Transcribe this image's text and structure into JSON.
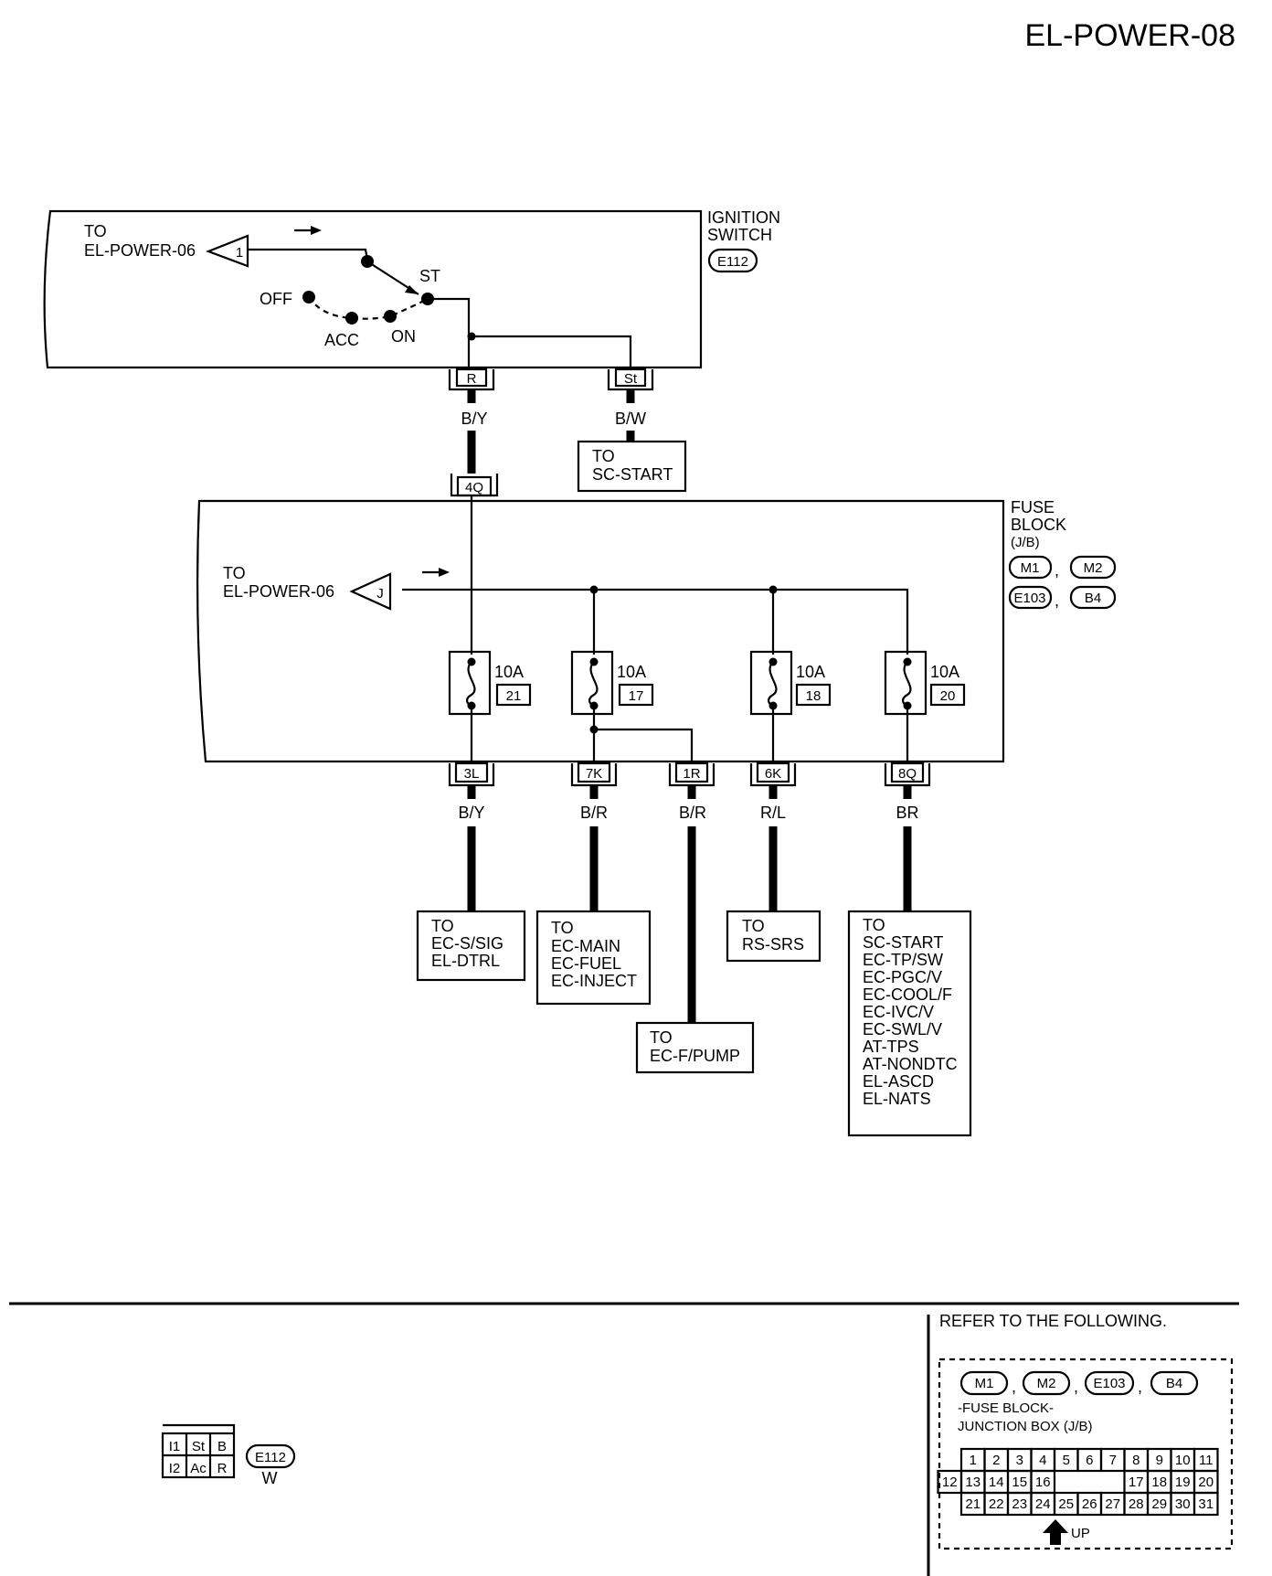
{
  "page_id": "EL-POWER-08",
  "ignition_switch": {
    "title_line1": "IGNITION",
    "title_line2": "SWITCH",
    "connector": "E112",
    "to_line1": "TO",
    "to_line2": "EL-POWER-06",
    "flag": "1",
    "positions": [
      "OFF",
      "ACC",
      "ON",
      "ST"
    ],
    "terminal_r": "R",
    "terminal_st": "St"
  },
  "wires_top": {
    "r_color": "B/Y",
    "st_color": "B/W"
  },
  "sc_start_box": {
    "line1": "TO",
    "line2": "SC-START"
  },
  "fuse_block": {
    "title_line1": "FUSE",
    "title_line2": "BLOCK",
    "title_line3": "(J/B)",
    "connectors": [
      "M1",
      "M2",
      "E103",
      "B4"
    ],
    "input_terminal": "4Q",
    "to_line1": "TO",
    "to_line2": "EL-POWER-06",
    "flag": "J",
    "fuses": [
      {
        "amps": "10A",
        "number": "21"
      },
      {
        "amps": "10A",
        "number": "17"
      },
      {
        "amps": "10A",
        "number": "18"
      },
      {
        "amps": "10A",
        "number": "20"
      }
    ],
    "outputs": [
      {
        "terminal": "3L",
        "wire": "B/Y"
      },
      {
        "terminal": "7K",
        "wire": "B/R"
      },
      {
        "terminal": "1R",
        "wire": "B/R"
      },
      {
        "terminal": "6K",
        "wire": "R/L"
      },
      {
        "terminal": "8Q",
        "wire": "BR"
      }
    ]
  },
  "destinations": [
    {
      "lines": [
        "TO",
        "EC-S/SIG",
        "EL-DTRL"
      ]
    },
    {
      "lines": [
        "TO",
        "EC-MAIN",
        "EC-FUEL",
        "EC-INJECT"
      ]
    },
    {
      "lines": [
        "TO",
        "EC-F/PUMP"
      ]
    },
    {
      "lines": [
        "TO",
        "RS-SRS"
      ]
    },
    {
      "lines": [
        "TO",
        "SC-START",
        "EC-TP/SW",
        "EC-PGC/V",
        "EC-COOL/F",
        "EC-IVC/V",
        "EC-SWL/V",
        "AT-TPS",
        "AT-NONDTC",
        "EL-ASCD",
        "EL-NATS"
      ]
    }
  ],
  "connector_e112": {
    "cells_top": [
      "I1",
      "St",
      "B"
    ],
    "cells_bottom": [
      "I2",
      "Ac",
      "R"
    ],
    "name": "E112",
    "color": "W"
  },
  "refer": {
    "title": "REFER TO THE FOLLOWING.",
    "connectors": [
      "M1",
      "M2",
      "E103",
      "B4"
    ],
    "desc_line1": "-FUSE BLOCK-",
    "desc_line2": "JUNCTION BOX (J/B)",
    "row1": [
      "1",
      "2",
      "3",
      "4",
      "5",
      "6",
      "7",
      "8",
      "9",
      "10",
      "11"
    ],
    "row2_left": [
      "12",
      "13",
      "14",
      "15",
      "16"
    ],
    "row2_right": [
      "17",
      "18",
      "19",
      "20"
    ],
    "row3": [
      "21",
      "22",
      "23",
      "24",
      "25",
      "26",
      "27",
      "28",
      "29",
      "30",
      "31"
    ],
    "up": "UP"
  }
}
